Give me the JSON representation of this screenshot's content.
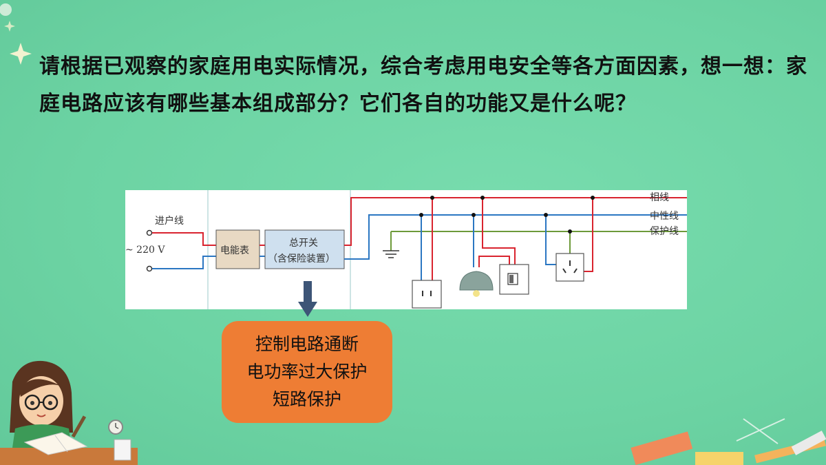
{
  "question": {
    "text": "请根据已观察的家庭用电实际情况，综合考虑用电安全等各方面因素，想一想：家庭电路应该有哪些基本组成部分？它们各自的功能又是什么呢？"
  },
  "diagram": {
    "incoming_label": "进户线",
    "voltage_label": "~ 220 V",
    "meter_label": "电能表",
    "switch_label_1": "总开关",
    "switch_label_2": "（含保险装置）",
    "phase_label": "相线",
    "neutral_label": "中性线",
    "ground_label": "保护线",
    "colors": {
      "phase": "#d9232e",
      "neutral": "#2a76c2",
      "ground": "#6d9a3a"
    }
  },
  "note": {
    "line1": "控制电路通断",
    "line2": "电功率过大保护",
    "line3": "短路保护"
  }
}
